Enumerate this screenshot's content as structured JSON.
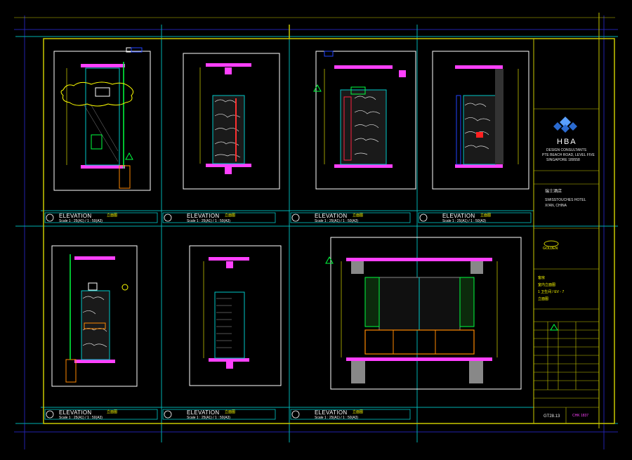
{
  "elevations": [
    {
      "title": "ELEVATION",
      "title_cn": "立面图",
      "scale": "Scale 1 : 25(A1) / 1 : 50(A3)"
    },
    {
      "title": "ELEVATION",
      "title_cn": "立面图",
      "scale": "Scale 1 : 25(A1) / 1 : 50(A3)"
    },
    {
      "title": "ELEVATION",
      "title_cn": "立面图",
      "scale": "Scale 1 : 25(A1) / 1 : 50(A3)"
    },
    {
      "title": "ELEVATION",
      "title_cn": "立面图",
      "scale": "Scale 1 : 25(A1) / 1 : 50(A3)"
    },
    {
      "title": "ELEVATION",
      "title_cn": "立面图",
      "scale": "Scale 1 : 25(A1) / 1 : 50(A3)"
    },
    {
      "title": "ELEVATION",
      "title_cn": "立面图",
      "scale": "Scale 1 : 25(A1) / 1 : 50(A3)"
    },
    {
      "title": "ELEVATION",
      "title_cn": "立面图",
      "scale": "Scale 1 : 25(A1) / 1 : 50(A3)"
    }
  ],
  "title_block": {
    "firm": "HBA",
    "firm_lines": [
      "DESIGN CONSULTANTS",
      "PTE BEACH ROAD, LEVEL FIVE",
      "SINGAPORE 189558"
    ],
    "project_cn": "瑞士酒店",
    "project_en": [
      "SWISSTOUCHES HOTEL",
      "XI'AN, CHINA"
    ],
    "logo_text": "GOLDEN",
    "drawing_cn": [
      "客房",
      "室内立面图",
      "1 卫生间 / EV - 7",
      "立面图"
    ],
    "sheet_no": "GT28.13",
    "revision": "CHK 1837"
  },
  "colors": {
    "border": "#c8c800",
    "grid": "#00c8c8",
    "frame": "#ffffff",
    "accent": "#ff40ff"
  }
}
